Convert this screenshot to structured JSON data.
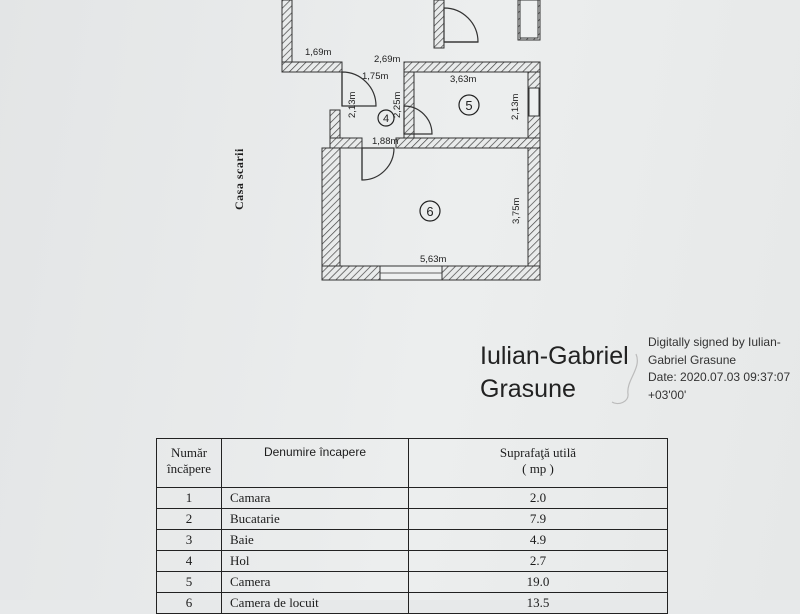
{
  "plan": {
    "stair_label": "Casa scarii",
    "room_numbers": [
      "4",
      "5",
      "6"
    ],
    "dimensions": {
      "d1": "1,69m",
      "d2": "2,69m",
      "d3": "1,75m",
      "d4": "3,63m",
      "d5": "2,13m",
      "d6": "2,25m",
      "d7": "2,13m",
      "d8": "1,88m",
      "d9": "3,75m",
      "d10": "5,63m"
    }
  },
  "signature": {
    "signer_name_line1": "Iulian-Gabriel",
    "signer_name_line2": "Grasune",
    "details": [
      "Digitally signed by Iulian-",
      "Gabriel Grasune",
      "Date: 2020.07.03 09:37:07",
      "+03'00'"
    ]
  },
  "table": {
    "headers": {
      "number_line1": "Număr",
      "number_line2": "încăpere",
      "name": "Denumire încapere",
      "area_line1": "Suprafaţă utilă",
      "area_line2": "( mp )"
    },
    "rows": [
      {
        "nr": "1",
        "name": "Camara",
        "area": "2.0"
      },
      {
        "nr": "2",
        "name": "Bucatarie",
        "area": "7.9"
      },
      {
        "nr": "3",
        "name": "Baie",
        "area": "4.9"
      },
      {
        "nr": "4",
        "name": "Hol",
        "area": "2.7"
      },
      {
        "nr": "5",
        "name": "Camera",
        "area": "19.0"
      },
      {
        "nr": "6",
        "name": "Camera de locuit",
        "area": "13.5"
      }
    ]
  }
}
